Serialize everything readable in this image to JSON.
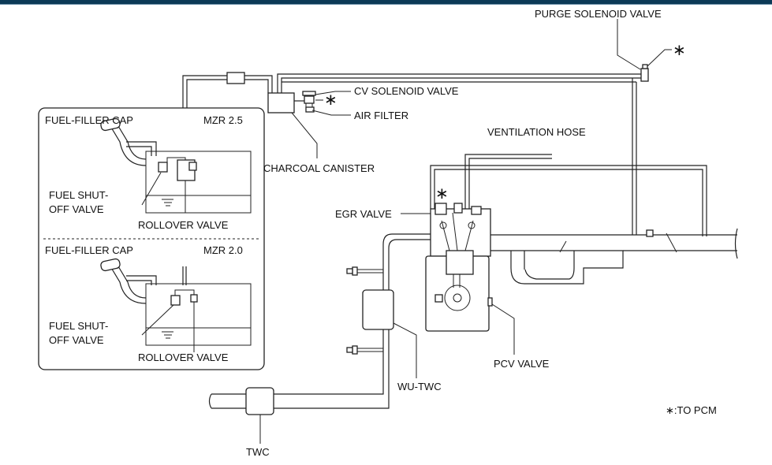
{
  "labels": {
    "purge_solenoid_valve": "PURGE SOLENOID VALVE",
    "cv_solenoid_valve": "CV SOLENOID VALVE",
    "air_filter": "AIR FILTER",
    "ventilation_hose": "VENTILATION HOSE",
    "charcoal_canister": "CHARCOAL CANISTER",
    "egr_valve": "EGR VALVE",
    "pcv_valve": "PCV VALVE",
    "wu_twc": "WU-TWC",
    "twc": "TWC",
    "to_pcm_note": "∗:TO PCM",
    "asterisk": "∗"
  },
  "inset_mzr25": {
    "variant": "MZR 2.5",
    "fuel_filler_cap": "FUEL-FILLER CAP",
    "shutoff_line1": "FUEL SHUT-",
    "shutoff_line2": "OFF VALVE",
    "rollover_valve": "ROLLOVER VALVE"
  },
  "inset_mzr20": {
    "variant": "MZR 2.0",
    "fuel_filler_cap": "FUEL-FILLER CAP",
    "shutoff_line1": "FUEL SHUT-",
    "shutoff_line2": "OFF VALVE",
    "rollover_valve": "ROLLOVER VALVE"
  },
  "colors": {
    "header_bar": "#0c3a57",
    "line": "#222222",
    "text": "#111111"
  }
}
